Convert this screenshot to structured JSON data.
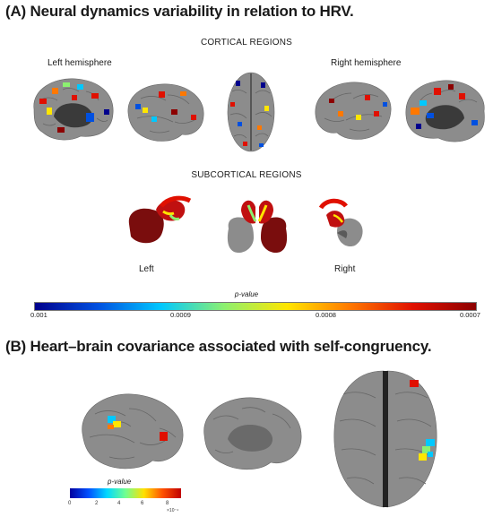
{
  "panel_a": {
    "title": "(A) Neural dynamics variability in relation to HRV.",
    "cortical_label": "CORTICAL REGIONS",
    "left_hemisphere_label": "Left hemisphere",
    "right_hemisphere_label": "Right hemisphere",
    "subcortical_label": "SUBCORTICAL REGIONS",
    "left_label": "Left",
    "right_label": "Right",
    "colorbar": {
      "title": "p-value",
      "ticks": [
        "0.001",
        "0.0009",
        "0.0008",
        "0.0007"
      ],
      "colors": [
        "#00008c",
        "#0050e0",
        "#00c8ff",
        "#8cf070",
        "#ffe600",
        "#ff7800",
        "#e01000",
        "#8c0000"
      ]
    }
  },
  "panel_b": {
    "title": "(B) Heart–brain covariance associated with self-congruency.",
    "colorbar": {
      "title": "p-value",
      "ticks": [
        "0",
        "2",
        "4",
        "6",
        "8"
      ],
      "exponent": "×10⁻⁴",
      "colors": [
        "#0000a0",
        "#0050ff",
        "#00d8ff",
        "#70ff90",
        "#ffe000",
        "#ff5000",
        "#c00000"
      ]
    }
  },
  "colors": {
    "brain": "#8c8c8c",
    "brain_dark": "#5a5a5a",
    "medial": "#3a3a3a",
    "cerebellum": "#7a0d0d"
  }
}
